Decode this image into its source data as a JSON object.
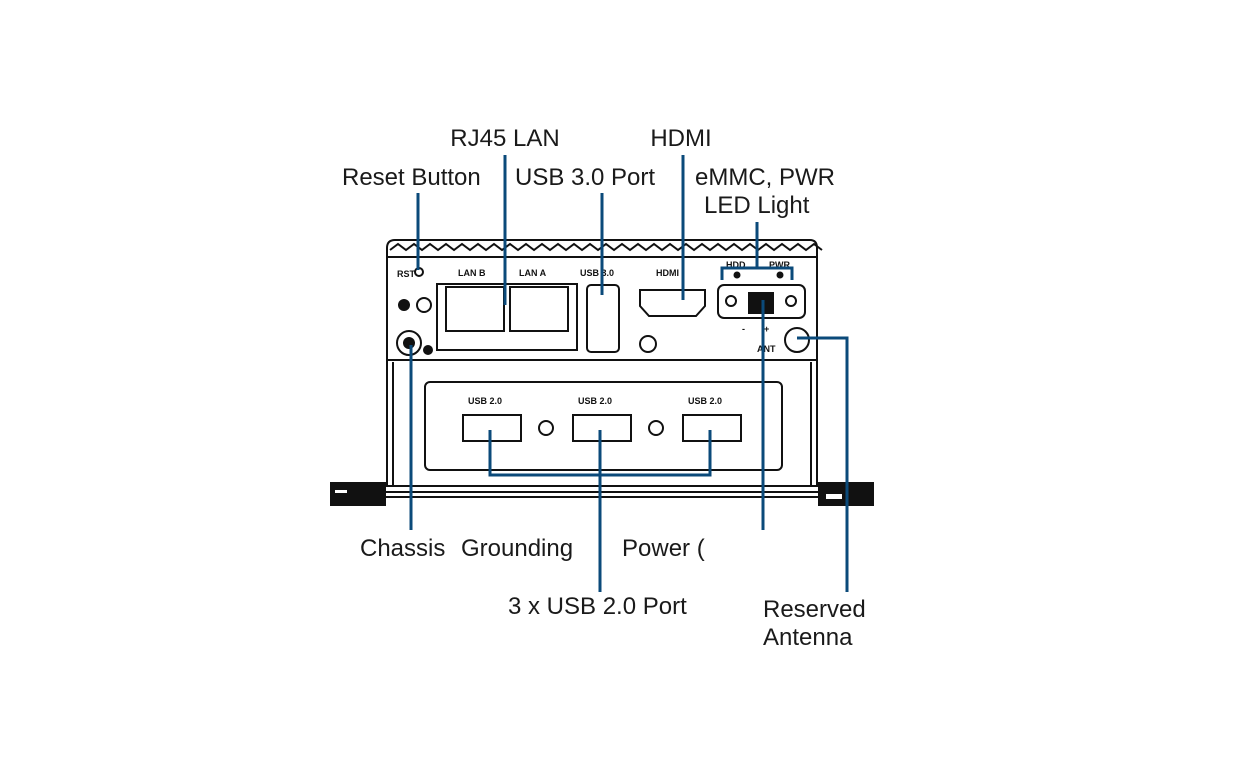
{
  "callouts": {
    "rj45": "RJ45 LAN",
    "hdmi": "HDMI",
    "reset": "Reset Button",
    "usb3": "USB 3.0 Port",
    "emmc1": "eMMC, PWR",
    "emmc2": "LED Light",
    "chassis": "Chassis",
    "grounding": "Grounding",
    "power": "Power (",
    "usb2": "3 x USB 2.0 Port",
    "antenna1": "Reserved",
    "antenna2": "Antenna"
  },
  "panel_labels": {
    "rst": "RST",
    "lan_b": "LAN B",
    "lan_a": "LAN A",
    "usb30": "USB 3.0",
    "hdmi": "HDMI",
    "hdd": "HDD",
    "pwr": "PWR",
    "minus": "-",
    "plus": "+",
    "ant": "ANT",
    "usb20": "USB 2.0"
  },
  "colors": {
    "callout": "#0b4a7a",
    "device": "#111111"
  }
}
